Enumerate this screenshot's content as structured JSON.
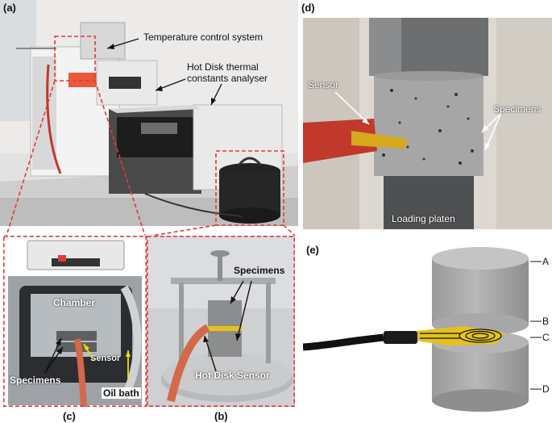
{
  "panels": {
    "a": {
      "label": "(a)",
      "annotations": {
        "temperature_control": "Temperature control system",
        "hot_disk_line1": "Hot Disk thermal",
        "hot_disk_line2": "constants analyser"
      }
    },
    "b": {
      "label": "(b)",
      "annotations": {
        "specimens": "Specimens",
        "hot_disk_sensor": "Hot Disk Sensor"
      }
    },
    "c": {
      "label": "(c)",
      "annotations": {
        "chamber": "Chamber",
        "sensor": "Sensor",
        "specimens": "Specimens",
        "oil_bath": "Oil bath"
      }
    },
    "d": {
      "label": "(d)",
      "annotations": {
        "sensor": "Sensor",
        "specimens": "Specimens",
        "loading_platen": "Loading platen"
      }
    },
    "e": {
      "label": "(e)",
      "annotations": {
        "A": "A",
        "B": "B",
        "C": "C",
        "D": "D"
      }
    }
  },
  "colors": {
    "callout_dash": "#e23a3a",
    "arrow_yellow": "#f0e000",
    "sensor_gold": "#e6c21a",
    "specimen_gray": "#a6a6a6"
  }
}
